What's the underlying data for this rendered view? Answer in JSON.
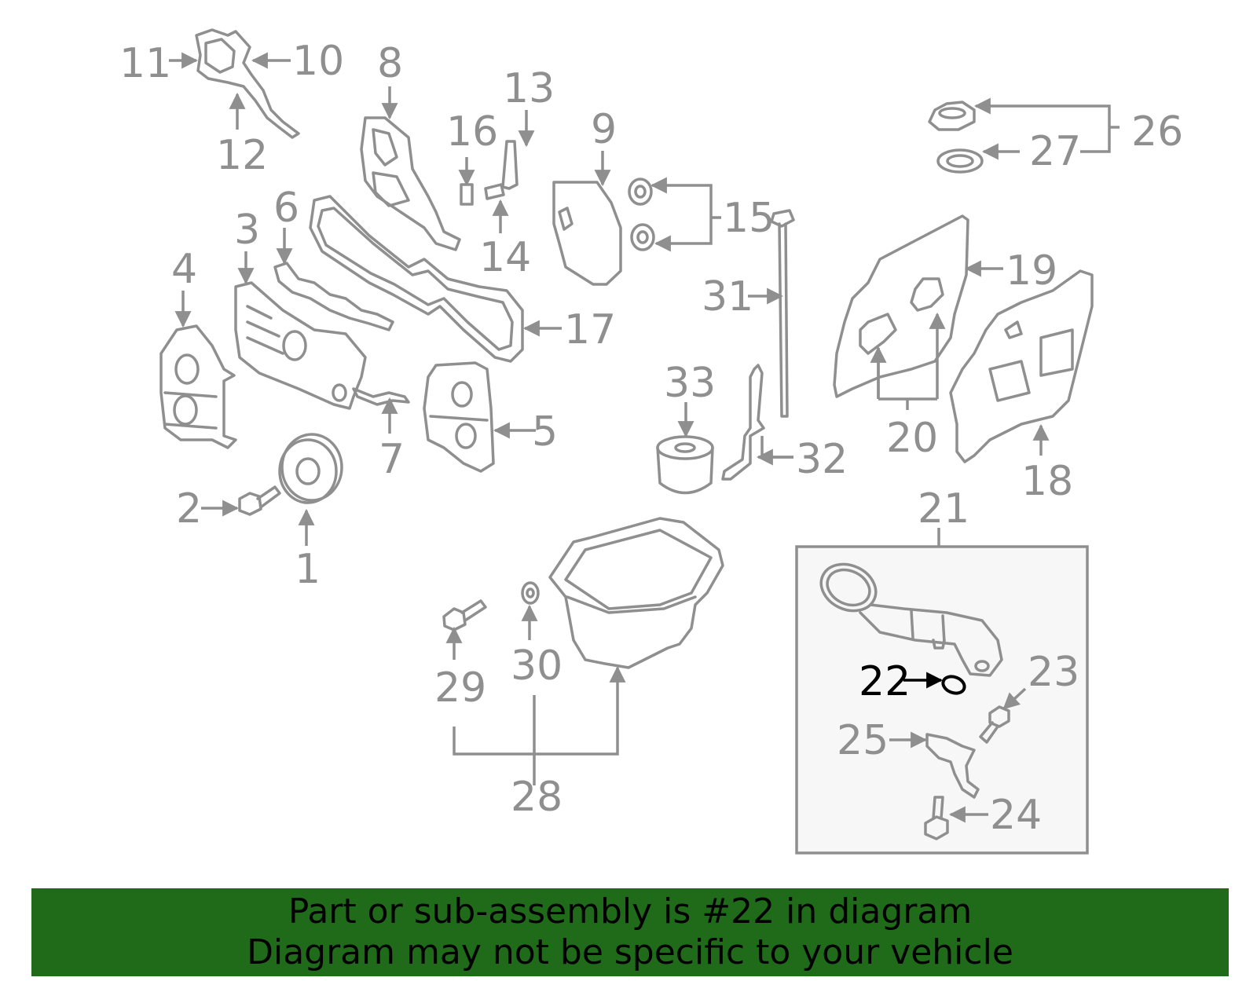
{
  "diagram": {
    "highlighted_part": "22",
    "callouts": [
      "1",
      "2",
      "3",
      "4",
      "5",
      "6",
      "7",
      "8",
      "9",
      "10",
      "11",
      "12",
      "13",
      "14",
      "15",
      "16",
      "17",
      "18",
      "19",
      "20",
      "21",
      "22",
      "23",
      "24",
      "25",
      "26",
      "27",
      "28",
      "29",
      "30",
      "31",
      "32",
      "33"
    ]
  },
  "banner": {
    "line1": "Part or sub-assembly is #22 in diagram",
    "line2": "Diagram may not be specific to your vehicle",
    "background_color": "#1f6b1a"
  }
}
